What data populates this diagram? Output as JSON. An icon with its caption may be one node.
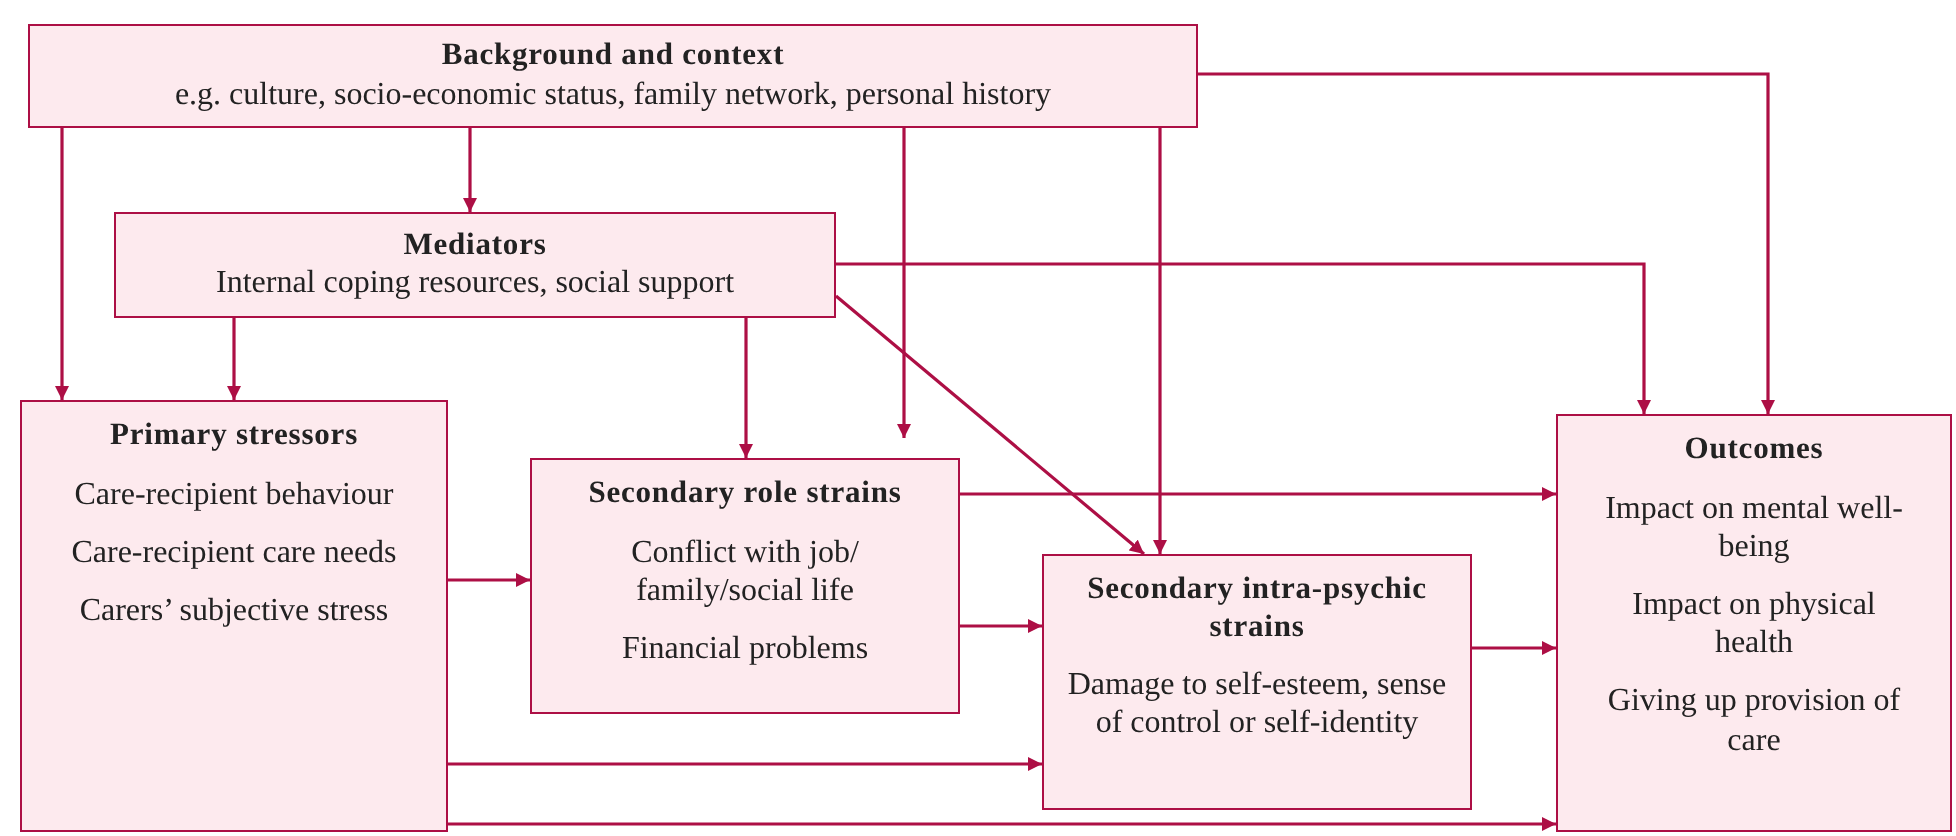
{
  "diagram": {
    "nodes": [
      {
        "text": [
          "Background and context",
          "e.g. culture, socio-economic status, family network, personal history"
        ]
      },
      {
        "text": [
          "Mediators",
          "Internal coping resources, social support"
        ]
      },
      {
        "text": [
          "Primary stressors",
          "Care-recipient behaviour",
          "Care-recipient care needs",
          "Carers’ subjective stress"
        ]
      },
      {
        "text": [
          "Secondary role strains",
          "Conflict with job/ family/social life",
          "Financial problems"
        ]
      },
      {
        "text": [
          "Secondary intra-psychic strains",
          "Damage to self-esteem, sense of control or self-identity"
        ]
      },
      {
        "text": [
          "Outcomes",
          "Impact on mental well-being",
          "Impact on physical health",
          "Giving up provision of care"
        ]
      }
    ],
    "edges": [
      {
        "from": 0,
        "to": 2,
        "arrow": "to"
      },
      {
        "from": 0,
        "to": 1,
        "arrow": "to"
      },
      {
        "from": 0,
        "to": 3,
        "arrow": "to"
      },
      {
        "from": 0,
        "to": 4,
        "arrow": "to"
      },
      {
        "from": 0,
        "to": 5,
        "arrow": "to"
      },
      {
        "from": 1,
        "to": 2,
        "arrow": "to"
      },
      {
        "from": 1,
        "to": 3,
        "arrow": "to"
      },
      {
        "from": 1,
        "to": 4,
        "arrow": "to"
      },
      {
        "from": 1,
        "to": 5,
        "arrow": "to"
      },
      {
        "from": 2,
        "to": 3,
        "arrow": "to"
      },
      {
        "from": 2,
        "to": 4,
        "arrow": "to"
      },
      {
        "from": 2,
        "to": 5,
        "arrow": "to"
      },
      {
        "from": 3,
        "to": 5,
        "arrow": "to"
      },
      {
        "from": 3,
        "to": 4,
        "arrow": "to"
      },
      {
        "from": 4,
        "to": 5,
        "arrow": "to"
      }
    ]
  }
}
